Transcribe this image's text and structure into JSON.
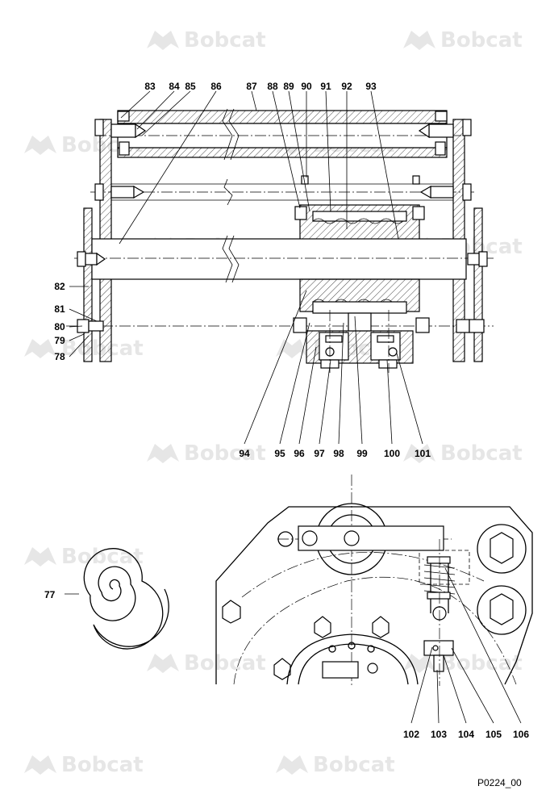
{
  "watermark": {
    "text": "Bobcat"
  },
  "drawing_code": "P0224_00",
  "top_view": {
    "callouts_top": [
      "83",
      "84",
      "85",
      "86",
      "87",
      "88",
      "89",
      "90",
      "91",
      "92",
      "93"
    ],
    "callouts_left": [
      "82",
      "81",
      "80",
      "79",
      "78"
    ],
    "callouts_bottom": [
      "94",
      "95",
      "96",
      "97",
      "98",
      "99",
      "100",
      "101"
    ]
  },
  "bottom_view": {
    "spring_callout": "77",
    "callouts_bottom": [
      "102",
      "103",
      "104",
      "105",
      "106"
    ]
  }
}
